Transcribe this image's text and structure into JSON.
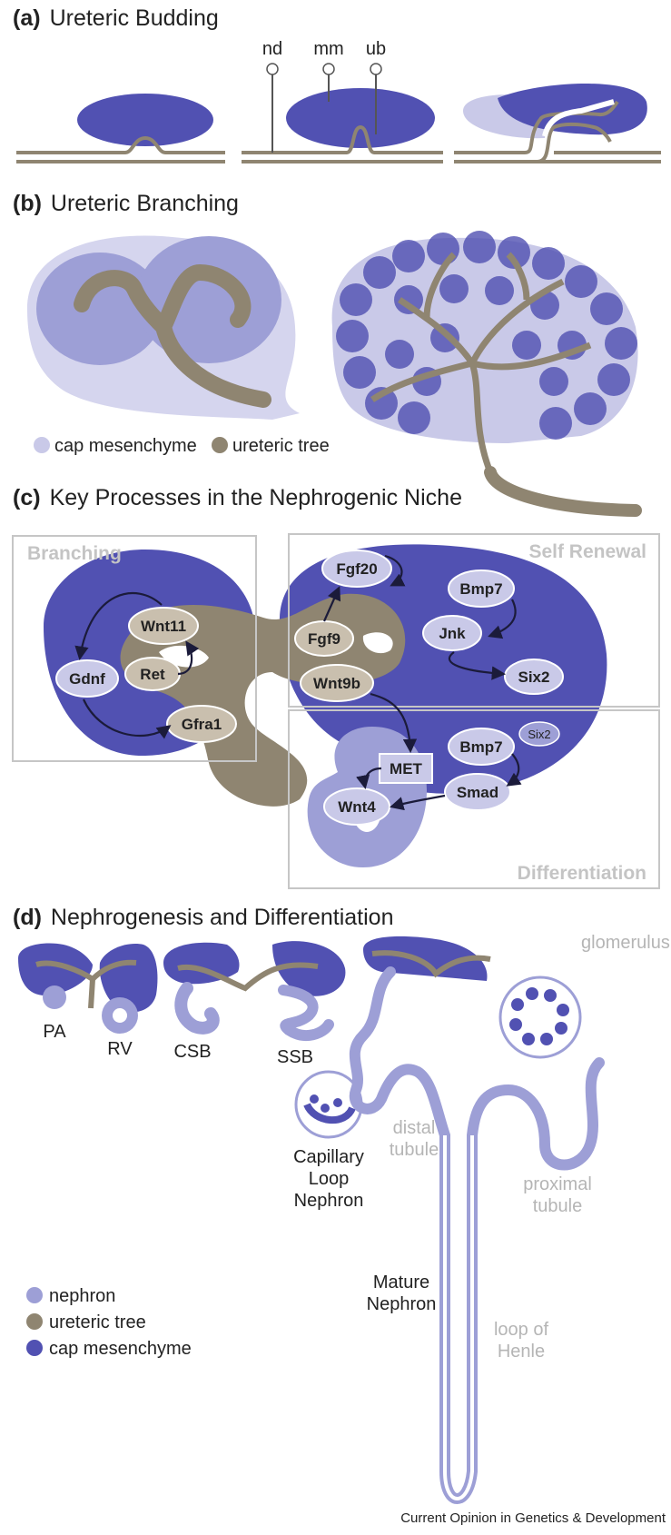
{
  "colors": {
    "cap_mesenchyme": "#5151b2",
    "nephron": "#9d9fd6",
    "light_mesenchyme": "#c9c9e8",
    "ureteric_tree": "#8f8571",
    "box_grey": "#c6c6c6"
  },
  "panels": {
    "a": {
      "letter": "(a)",
      "title": "Ureteric Budding",
      "labels": {
        "nd": "nd",
        "mm": "mm",
        "ub": "ub"
      }
    },
    "b": {
      "letter": "(b)",
      "title": "Ureteric Branching",
      "legend": {
        "cap": "cap mesenchyme",
        "tree": "ureteric tree"
      }
    },
    "c": {
      "letter": "(c)",
      "title": "Key Processes in the Nephrogenic Niche",
      "boxes": {
        "branching": "Branching",
        "self_renewal": "Self Renewal",
        "differentiation": "Differentiation"
      },
      "nodes": {
        "gdnf": "Gdnf",
        "wnt11": "Wnt11",
        "ret": "Ret",
        "gfra1": "Gfra1",
        "fgf20": "Fgf20",
        "fgf9": "Fgf9",
        "bmp7_top": "Bmp7",
        "jnk": "Jnk",
        "six2": "Six2",
        "wnt9b": "Wnt9b",
        "six2_small": "Six2",
        "met": "MET",
        "bmp7_bottom": "Bmp7",
        "smad": "Smad",
        "wnt4": "Wnt4"
      }
    },
    "d": {
      "letter": "(d)",
      "title": "Nephrogenesis and Differentiation",
      "stages": {
        "pa": "PA",
        "rv": "RV",
        "csb": "CSB",
        "ssb": "SSB",
        "capillary": [
          "Capillary",
          "Loop",
          "Nephron"
        ],
        "mature": [
          "Mature",
          "Nephron"
        ]
      },
      "parts": {
        "glomerulus": "glomerulus",
        "distal": [
          "distal",
          "tubule"
        ],
        "proximal": [
          "proximal",
          "tubule"
        ],
        "loop": [
          "loop of",
          "Henle"
        ]
      },
      "legend": {
        "nephron": "nephron",
        "tree": "ureteric tree",
        "cap": "cap mesenchyme"
      }
    }
  },
  "credit": "Current Opinion in Genetics & Development"
}
